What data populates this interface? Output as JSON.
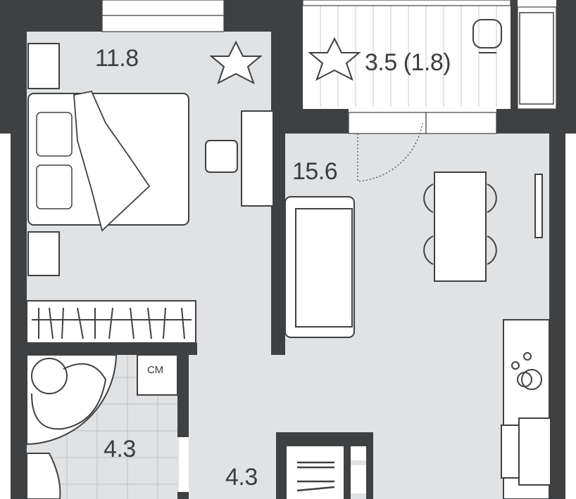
{
  "colors": {
    "wall": "#3e4042",
    "floor": "#e1e2e4",
    "room_white": "#ffffff",
    "line": "#3e4042"
  },
  "rooms": {
    "bedroom": {
      "area": "11.8"
    },
    "balcony": {
      "area": "3.5 (1.8)"
    },
    "living": {
      "area": "15.6"
    },
    "bathroom": {
      "area": "4.3"
    },
    "hall": {
      "area": "4.3"
    }
  },
  "fixtures": {
    "washing_machine_label": "СМ"
  }
}
